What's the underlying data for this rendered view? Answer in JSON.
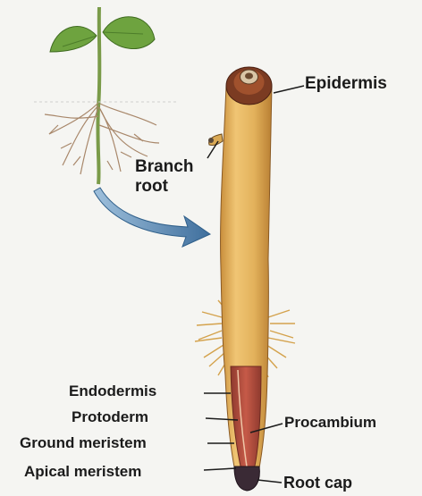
{
  "labels": {
    "epidermis": "Epidermis",
    "branch_root_line1": "Branch",
    "branch_root_line2": "root",
    "endodermis": "Endodermis",
    "protoderm": "Protoderm",
    "ground_meristem": "Ground meristem",
    "apical_meristem": "Apical meristem",
    "procambium": "Procambium",
    "root_cap": "Root cap"
  },
  "colors": {
    "background": "#f5f5f2",
    "root_surface": "#e3b25c",
    "root_shadow": "#c98f3c",
    "cut_face": "#7b3b22",
    "procambium": "#b2473a",
    "leaf": "#6ea33f",
    "arrow": "#4f80ad",
    "root_cap": "#3a2a35"
  }
}
